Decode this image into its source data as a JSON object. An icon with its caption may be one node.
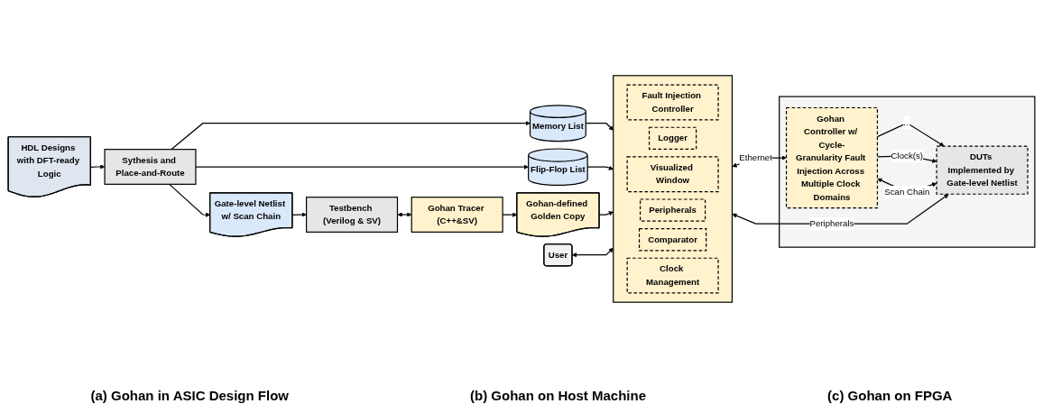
{
  "diagram": {
    "nodes": [
      {
        "text": [
          "HDL Designs with DFT-ready Logic"
        ]
      },
      {
        "text": [
          "Sythesis and Place-and-Route"
        ]
      },
      {
        "text": [
          "Gate-level Netlist w/ Scan Chain"
        ]
      },
      {
        "text": [
          "Memory List"
        ]
      },
      {
        "text": [
          "Testbench (Verilog & SV)"
        ]
      },
      {
        "text": [
          "Flip-Flop List"
        ]
      },
      {
        "text": [
          "Gohan Tracer (C++&SV)"
        ]
      },
      {
        "text": [
          "Gohan-defined Golden Copy"
        ]
      },
      {
        "text": [
          "User"
        ]
      },
      {
        "text": [],
        "shape": "box"
      },
      {
        "text": [
          "Fault Injection Controller"
        ],
        "in": 9
      },
      {
        "text": [
          "Logger"
        ],
        "in": 9
      },
      {
        "text": [
          "Visualized Window"
        ],
        "in": 9
      },
      {
        "text": [
          "Peripherals"
        ],
        "in": 9
      },
      {
        "text": [
          "Comparator"
        ],
        "in": 9
      },
      {
        "text": [
          "Clock Management"
        ],
        "in": 9
      },
      {
        "text": [],
        "shape": "box"
      },
      {
        "text": [
          "DUTs Implemented by Gate-level Netlist"
        ],
        "in": 16
      },
      {
        "text": [
          "Gohan Controller w/ Cycle-Granularity Fault Injection Across Multiple Clock Domains"
        ],
        "in": 16
      }
    ],
    "edges": [
      {
        "from": 0,
        "to": 1,
        "arrow": "to"
      },
      {
        "from": 1,
        "to": 2,
        "arrow": "to"
      },
      {
        "from": 1,
        "to": 3,
        "arrow": "to"
      },
      {
        "from": 1,
        "to": 5,
        "arrow": "to"
      },
      {
        "from": 2,
        "to": 4,
        "arrow": "to"
      },
      {
        "from": 4,
        "to": 6,
        "arrow": "both"
      },
      {
        "from": 6,
        "to": 7,
        "arrow": "to"
      },
      {
        "from": 3,
        "to": 9,
        "arrow": "to"
      },
      {
        "from": 5,
        "to": 9,
        "arrow": "to"
      },
      {
        "from": 7,
        "to": 9,
        "arrow": "to"
      },
      {
        "from": 8,
        "to": 9,
        "arrow": "both"
      },
      {
        "from": 9,
        "to": 17,
        "arrow": "both",
        "label": "Peripherals"
      },
      {
        "from": 9,
        "to": 18,
        "arrow": "both",
        "label": "Ethernet"
      },
      {
        "from": 18,
        "to": 17,
        "arrow": "to",
        "label": "..."
      },
      {
        "from": 18,
        "to": 17,
        "arrow": "to",
        "label": "Clock(s)"
      },
      {
        "from": 18,
        "to": 17,
        "arrow": "both",
        "label": "Scan Chain"
      }
    ],
    "labels": [
      "(a) Gohan in ASIC Design Flow",
      "(b) Gohan on Host Machine",
      "(c) Gohan on FPGA"
    ]
  }
}
